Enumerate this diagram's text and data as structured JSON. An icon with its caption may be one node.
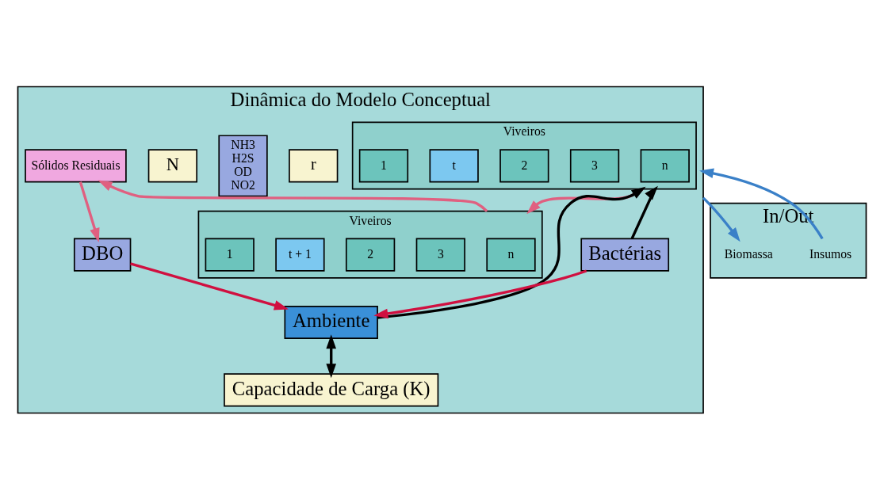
{
  "diagram": {
    "nodes": [
      {
        "text": [
          "In/Out"
        ]
      },
      {
        "text": [
          "Insumos"
        ],
        "in": 0
      },
      {
        "text": [
          "Biomassa"
        ],
        "in": 0
      },
      {
        "text": [
          "Dinâmica do Modelo Conceptual"
        ]
      },
      {
        "text": [
          "Viveiros"
        ],
        "in": 3
      },
      {
        "text": [
          "n"
        ],
        "in": 4
      },
      {
        "text": [
          "3"
        ],
        "in": 4
      },
      {
        "text": [
          "2"
        ],
        "in": 4
      },
      {
        "text": [
          "t"
        ],
        "in": 4
      },
      {
        "text": [
          "1"
        ],
        "in": 4
      },
      {
        "text": [
          "r"
        ],
        "in": 3
      },
      {
        "text": [
          "Ambiente"
        ],
        "in": 3
      },
      {
        "text": [
          "NH3 H2S OD NO2"
        ],
        "in": 3
      },
      {
        "text": [
          "Bactérias"
        ],
        "in": 3
      },
      {
        "text": [
          "N"
        ],
        "in": 3
      },
      {
        "text": [
          "DBO"
        ],
        "in": 3
      },
      {
        "text": [
          "Viveiros"
        ],
        "in": 3
      },
      {
        "text": [
          "n"
        ],
        "in": 16
      },
      {
        "text": [
          "3"
        ],
        "in": 16
      },
      {
        "text": [
          "2"
        ],
        "in": 16
      },
      {
        "text": [
          "t + 1"
        ],
        "in": 16
      },
      {
        "text": [
          "1"
        ],
        "in": 16
      },
      {
        "text": [
          "Sólidos Residuais"
        ],
        "in": 3
      },
      {
        "text": [
          "Capacidade de Carga (K)"
        ],
        "in": 3
      }
    ],
    "edges": [
      {
        "from": 1,
        "to": 3,
        "arrow": "to",
        "color": "#3a80c8"
      },
      {
        "from": 11,
        "to": 4,
        "arrow": "to",
        "color": "#000000"
      },
      {
        "from": 13,
        "to": 4,
        "arrow": "to",
        "color": "#000000"
      },
      {
        "from": 4,
        "to": 16,
        "arrow": "to",
        "color": "#e06080"
      },
      {
        "from": 3,
        "to": 2,
        "arrow": "to",
        "color": "#3a80c8"
      },
      {
        "from": 16,
        "to": 22,
        "arrow": "to",
        "color": "#e06080"
      },
      {
        "from": 22,
        "to": 15,
        "arrow": "to",
        "color": "#e06080"
      },
      {
        "from": 13,
        "to": 11,
        "arrow": "to",
        "color": "#d01040"
      },
      {
        "from": 15,
        "to": 11,
        "arrow": "to",
        "color": "#d01040"
      },
      {
        "from": 11,
        "to": 23,
        "arrow": "both",
        "color": "#000000"
      }
    ]
  }
}
